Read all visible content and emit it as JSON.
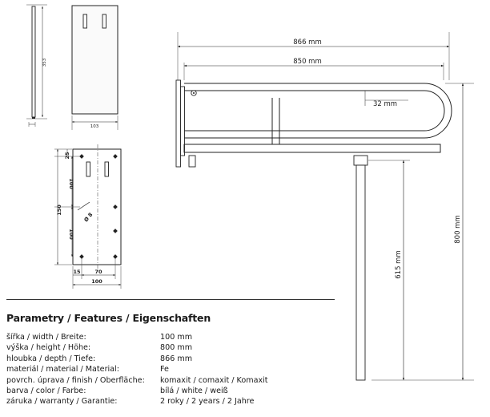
{
  "drawings": {
    "side_height_label": "353",
    "front_width_label": "103",
    "plate": {
      "top_offset_label": "25",
      "spacing_a_label": "100",
      "total_height_label": "150",
      "spacing_b_label": "100",
      "left_offset_label": "15",
      "hole_spacing_label": "70",
      "width_label": "100",
      "angle_label": "Ø 8"
    },
    "bar": {
      "depth_total_label": "866 mm",
      "depth_inner_label": "850 mm",
      "tube_offset_label": "32 mm",
      "height_label": "800 mm",
      "leg_height_label": "615 mm"
    }
  },
  "specs": {
    "title": "Parametry / Features / Eigenschaften",
    "rows": [
      {
        "label": "šířka / width / Breite:",
        "value": "100 mm"
      },
      {
        "label": "výška / height / Höhe:",
        "value": "800 mm"
      },
      {
        "label": "hloubka / depth / Tiefe:",
        "value": "866 mm"
      },
      {
        "label": "materiál / material / Material:",
        "value": "Fe"
      },
      {
        "label": "povrch. úprava / finish / Oberfläche:",
        "value": "komaxit / comaxit / Komaxit"
      },
      {
        "label": "barva / color / Farbe:",
        "value": "bílá / white / weiß"
      },
      {
        "label": "záruka / warranty / Garantie:",
        "value": "2 roky / 2 years / 2 Jahre"
      }
    ]
  }
}
